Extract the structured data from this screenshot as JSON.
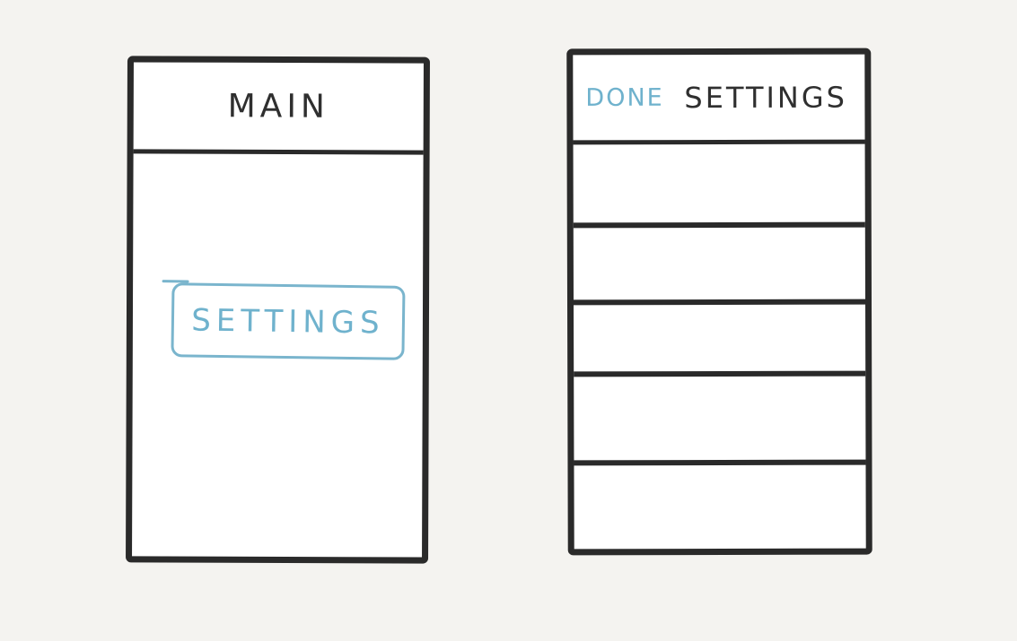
{
  "main_screen": {
    "header_title": "MAIN",
    "settings_button_label": "SETTINGS"
  },
  "settings_screen": {
    "done_label": "DONE",
    "header_title": "SETTINGS",
    "row_count": 5
  },
  "colors": {
    "background": "#f4f3f0",
    "ink": "#2a2a2a",
    "accent_blue": "#6fb2cd",
    "screen_fill": "#ffffff"
  }
}
